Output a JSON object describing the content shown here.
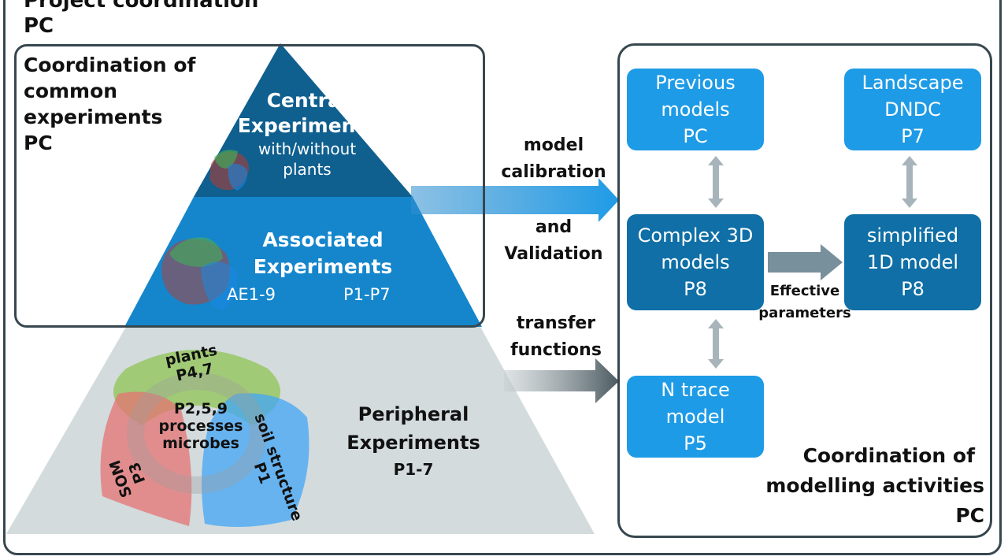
{
  "title": {
    "line1": "Project coordination",
    "line2": "PC"
  },
  "left_panel": {
    "heading_lines": [
      "Coordination of",
      "common",
      "experiments",
      "PC"
    ]
  },
  "pyramid": {
    "central": {
      "title1": "Central",
      "title2": "Experiments",
      "sub1": "with/without",
      "sub2": "plants"
    },
    "associated": {
      "title1": "Associated",
      "title2": "Experiments",
      "code_left": "AE1-9",
      "code_right": "P1-P7"
    },
    "peripheral": {
      "title1": "Peripheral",
      "title2": "Experiments",
      "code": "P1-7"
    }
  },
  "venn": {
    "top_label1": "plants",
    "top_label2": "P4,7",
    "center1": "P2,5,9",
    "center2": "processes",
    "center3": "microbes",
    "left_label1": "SOM",
    "left_label2": "P3",
    "right_label1": "soil structure",
    "right_label2": "P1"
  },
  "arrows": {
    "upper_label1": "model",
    "upper_label2": "calibration",
    "upper_label3": "and",
    "upper_label4": "Validation",
    "lower_label1": "transfer",
    "lower_label2": "functions",
    "effective1": "Effective",
    "effective2": "parameters"
  },
  "models": {
    "previous": [
      "Previous",
      "models",
      "PC"
    ],
    "landscape": [
      "Landscape",
      "DNDC",
      "P7"
    ],
    "complex": [
      "Complex 3D",
      "models",
      "P8"
    ],
    "simplified": [
      "simplified",
      "1D model",
      "P8"
    ],
    "ntrace": [
      "N trace",
      "model",
      "P5"
    ]
  },
  "right_panel": {
    "footer_lines": [
      "Coordination of",
      "modelling activities",
      "PC"
    ]
  },
  "colors": {
    "dark_blue": "#0f5f8f",
    "mid_blue": "#1586cc",
    "light_blue": "#1e9be6",
    "box_dark": "#0f6fa6",
    "grey_base": "#d3dbdd",
    "frame": "#37474f"
  }
}
